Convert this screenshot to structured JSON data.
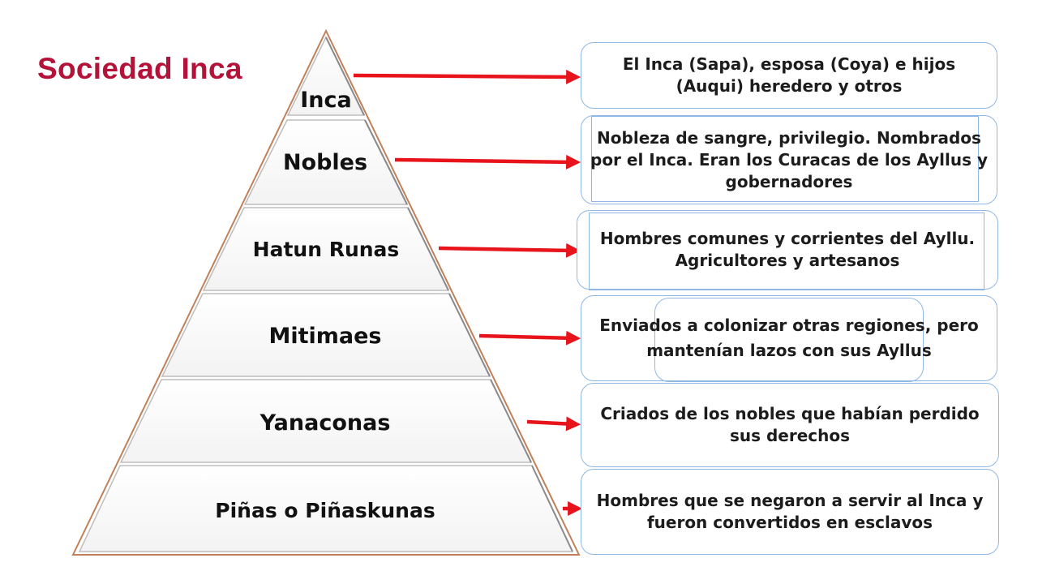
{
  "title": "Sociedad Inca",
  "levels": [
    {
      "label": "Inca",
      "description": "El Inca (Sapa), esposa (Coya) e hijos (Auqui) heredero y otros"
    },
    {
      "label": "Nobles",
      "description": "Nobleza de sangre, privilegio. Nombrados por el Inca. Eran los Curacas de los Ayllus y gobernadores"
    },
    {
      "label": "Hatun Runas",
      "description": "Hombres comunes y corrientes del Ayllu. Agricultores y artesanos"
    },
    {
      "label": "Mitimaes",
      "description": "Enviados a colonizar otras regiones, pero mantenían lazos con sus Ayllus"
    },
    {
      "label": "Yanaconas",
      "description": "Criados de los nobles que habían perdido sus derechos"
    },
    {
      "label": "Piñas o Piñaskunas",
      "description": "Hombres que se negaron a servir al Inca y fueron convertidos en esclavos"
    }
  ],
  "colors": {
    "title": "#b5123a",
    "arrow": "#e8141c",
    "box_border": "#8fb8e6",
    "pyramid_border": "#c0805a"
  }
}
